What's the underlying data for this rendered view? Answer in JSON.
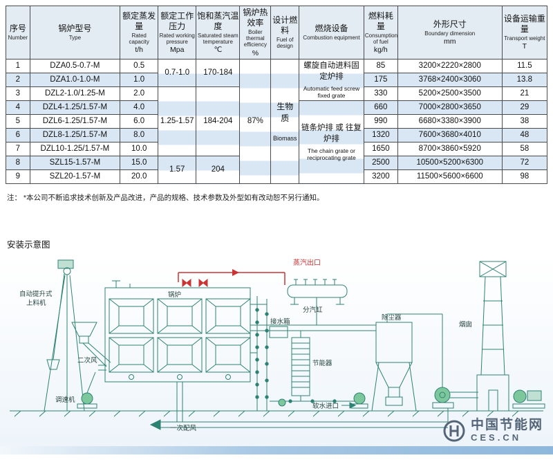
{
  "table": {
    "headers": [
      {
        "zh": "序号",
        "en": "Number",
        "unit": ""
      },
      {
        "zh": "锅炉型号",
        "en": "Type",
        "unit": ""
      },
      {
        "zh": "额定蒸发量",
        "en": "Rated capacity",
        "unit": "t/h"
      },
      {
        "zh": "额定工作压力",
        "en": "Rated working pressure",
        "unit": "Mpa"
      },
      {
        "zh": "饱和蒸汽温度",
        "en": "Saturated steam temperature",
        "unit": "℃"
      },
      {
        "zh": "锅炉热效率",
        "en": "Boiler thermal efficiency",
        "unit": "%"
      },
      {
        "zh": "设计燃料",
        "en": "Fuel of design",
        "unit": ""
      },
      {
        "zh": "燃烧设备",
        "en": "Combustion equipment",
        "unit": ""
      },
      {
        "zh": "燃料耗量",
        "en": "Consumption of fuel",
        "unit": "kg/h"
      },
      {
        "zh": "外形尺寸",
        "en": "Boundary dimension",
        "unit": "mm"
      },
      {
        "zh": "设备运输重量",
        "en": "Transport weight",
        "unit": "T"
      }
    ],
    "rows": [
      {
        "no": "1",
        "type": "DZA0.5-0.7-M",
        "capacity": "0.5",
        "consumption": "85",
        "dimension": "3200×2220×2800",
        "weight": "11.5"
      },
      {
        "no": "2",
        "type": "DZA1.0-1.0-M",
        "capacity": "1.0",
        "consumption": "175",
        "dimension": "3768×2400×3060",
        "weight": "13.8"
      },
      {
        "no": "3",
        "type": "DZL2-1.0/1.25-M",
        "capacity": "2.0",
        "consumption": "330",
        "dimension": "5200×2500×3500",
        "weight": "21"
      },
      {
        "no": "4",
        "type": "DZL4-1.25/1.57-M",
        "capacity": "4.0",
        "consumption": "660",
        "dimension": "7000×2800×3650",
        "weight": "29"
      },
      {
        "no": "5",
        "type": "DZL6-1.25/1.57-M",
        "capacity": "6.0",
        "consumption": "990",
        "dimension": "6680×3380×3900",
        "weight": "38"
      },
      {
        "no": "6",
        "type": "DZL8-1.25/1.57-M",
        "capacity": "8.0",
        "consumption": "1320",
        "dimension": "7600×3680×4010",
        "weight": "48"
      },
      {
        "no": "7",
        "type": "DZL10-1.25/1.57-M",
        "capacity": "10.0",
        "consumption": "1650",
        "dimension": "8700×3860×5920",
        "weight": "58"
      },
      {
        "no": "8",
        "type": "SZL15-1.57-M",
        "capacity": "15.0",
        "consumption": "2500",
        "dimension": "10500×5200×6300",
        "weight": "72"
      },
      {
        "no": "9",
        "type": "SZL20-1.57-M",
        "capacity": "20.0",
        "consumption": "3200",
        "dimension": "11500×5600×6600",
        "weight": "98"
      }
    ],
    "merged": {
      "pressure_1_2": "0.7-1.0",
      "pressure_3_7": "1.25-1.57",
      "pressure_8_9": "1.57",
      "temp_1_2": "170-184",
      "temp_3_7": "184-204",
      "temp_8_9": "204",
      "efficiency": "87%",
      "fuel_zh": "生物质",
      "fuel_en": "Biomass",
      "combustion_a_zh": "螺旋自动进料固定炉排",
      "combustion_a_en": "Automatic feed screw fixed grate",
      "combustion_b_zh": "链条炉排 或 往复炉排",
      "combustion_b_en": "The chain grate or reciprocating grate"
    }
  },
  "note": "注： *本公司不断追求技术创新及产品改进，产品的规格、技术参数及外型如有改动恕不另行通知。",
  "section_title": "安装示意图",
  "diagram": {
    "labels": {
      "feeder1": "自动提升式",
      "feeder2": "上料机",
      "boiler": "锅炉",
      "steam_outlet": "蒸汽出口",
      "steam_cylinder": "分汽缸",
      "water_tank": "接水箱",
      "economizer": "节能器",
      "dust_collector": "除尘器",
      "chimney": "烟囱",
      "soft_water": "软水进口",
      "governor": "调速机",
      "secondary_air": "二次风",
      "primary_air": "一次配风"
    }
  },
  "watermark": {
    "name": "中国节能网",
    "domain": "CES.CN"
  }
}
